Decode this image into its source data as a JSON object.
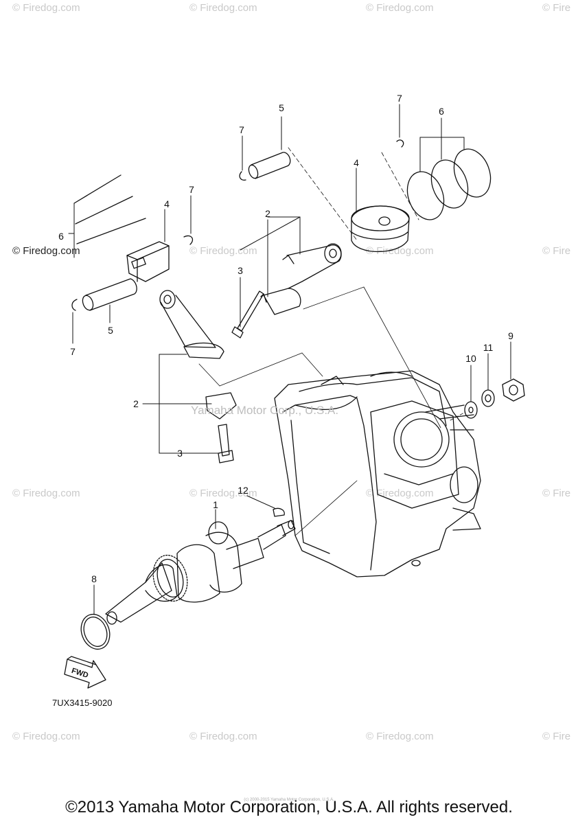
{
  "watermarks": {
    "text": "© Firedog.com",
    "edge_text": "© Fire"
  },
  "center_watermark": "Yamaha Motor Corp., U.S.A.",
  "callouts": {
    "c1": "1",
    "c2a": "2",
    "c2b": "2",
    "c3a": "3",
    "c3b": "3",
    "c4a": "4",
    "c4b": "4",
    "c5a": "5",
    "c5b": "5",
    "c6a": "6",
    "c6b": "6",
    "c7a": "7",
    "c7b": "7",
    "c7c": "7",
    "c7d": "7",
    "c8": "8",
    "c9": "9",
    "c10": "10",
    "c11": "11",
    "c12": "12"
  },
  "fwd_label": "FWD",
  "part_code": "7UX3415-9020",
  "tiny_notice": "(c) 2000-2015 Yamaha Motor Corporation, U.S.A.",
  "copyright": "©2013 Yamaha Motor Corporation, U.S.A. All rights reserved.",
  "colors": {
    "line": "#111111",
    "watermark": "#c9c9c9"
  }
}
